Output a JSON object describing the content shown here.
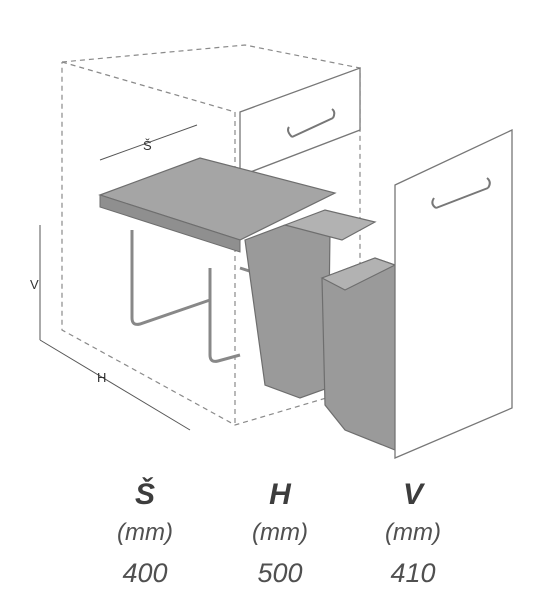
{
  "diagram": {
    "label_width": "Š",
    "label_height": "V",
    "label_depth": "H"
  },
  "dimensions": [
    {
      "code": "Š",
      "unit": "(mm)",
      "value": "400"
    },
    {
      "code": "H",
      "unit": "(mm)",
      "value": "500"
    },
    {
      "code": "V",
      "unit": "(mm)",
      "value": "410"
    }
  ],
  "colors": {
    "bin_gray": "#9a9a9a",
    "lid_gray": "#a5a5a5",
    "line": "#6e6e6e",
    "text": "#505050"
  }
}
